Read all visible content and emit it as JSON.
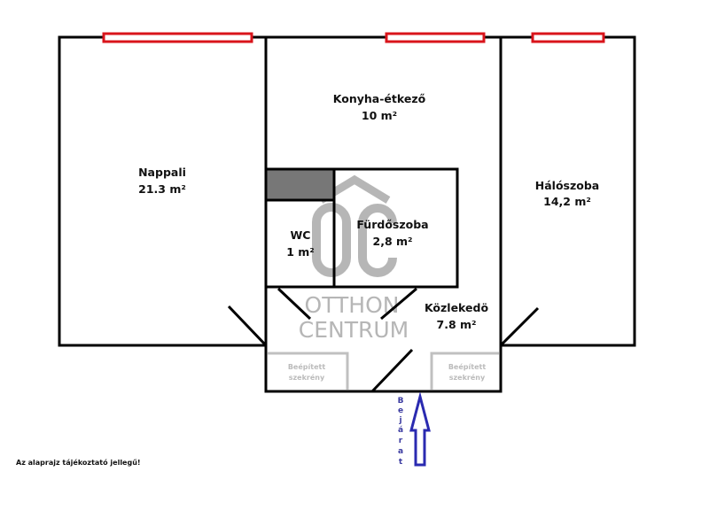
{
  "rooms": {
    "nappali": {
      "name": "Nappali",
      "area": "21.3 m²"
    },
    "konyha": {
      "name": "Konyha-étkező",
      "area": "10 m²"
    },
    "haloszoba": {
      "name": "Hálószoba",
      "area": "14,2 m²"
    },
    "wc": {
      "name": "WC",
      "area": "1 m²"
    },
    "furdo": {
      "name": "Fürdőszoba",
      "area": "2,8 m²"
    },
    "kozlekedo": {
      "name": "Közlekedö",
      "area": "7.8 m²"
    }
  },
  "closets": {
    "line1": "Beépített",
    "line2": "szekrény"
  },
  "watermark": {
    "logo": "ÔC",
    "line1": "OTTHON",
    "line2": "CENTRUM"
  },
  "entrance": {
    "letters": [
      "B",
      "e",
      "j",
      "á",
      "r",
      "a",
      "t"
    ]
  },
  "note": "Az alaprajz tájékoztató jellegű!",
  "colors": {
    "wall": "#000000",
    "window": "#d9141b",
    "arrow": "#2a2ab0",
    "closet": "#c0c0c0",
    "shaft": "#777777"
  }
}
